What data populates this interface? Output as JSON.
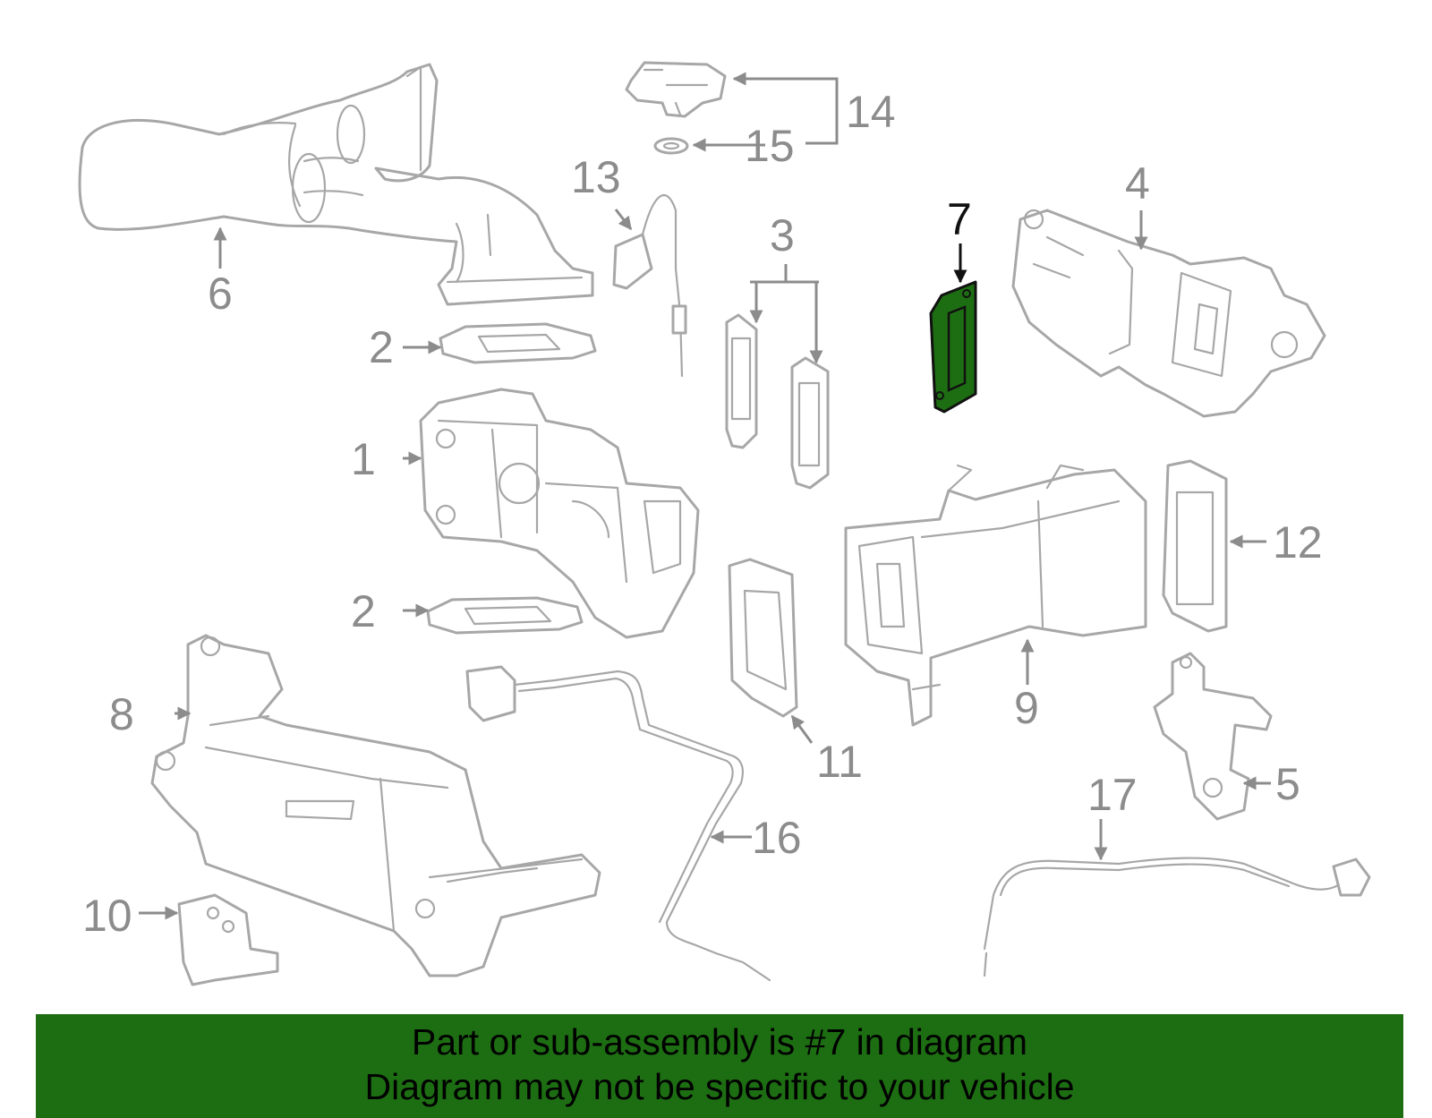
{
  "diagram": {
    "highlighted_part": "7",
    "highlight_color": "#1d6e12",
    "part_color": "#a7a7a7",
    "callouts": [
      "1",
      "2",
      "2",
      "3",
      "4",
      "5",
      "6",
      "7",
      "8",
      "9",
      "10",
      "11",
      "12",
      "13",
      "14",
      "15",
      "16",
      "17"
    ]
  },
  "banner": {
    "line1": "Part or sub-assembly is #7 in diagram",
    "line2": "Diagram may not be specific to your vehicle",
    "background": "#1d6e12"
  }
}
